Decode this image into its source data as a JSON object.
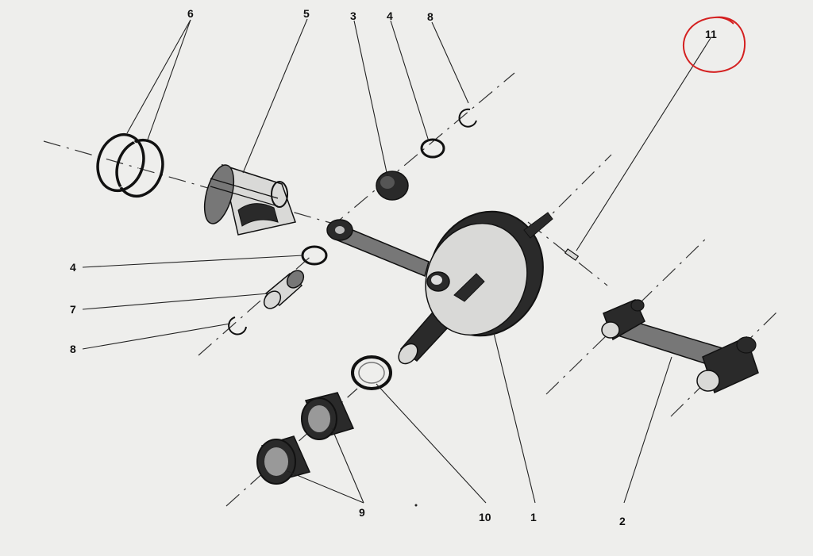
{
  "diagram": {
    "callouts": [
      {
        "id": "c6",
        "text": "6"
      },
      {
        "id": "c5",
        "text": "5"
      },
      {
        "id": "c3",
        "text": "3"
      },
      {
        "id": "c4a",
        "text": "4"
      },
      {
        "id": "c8a",
        "text": "8"
      },
      {
        "id": "c11",
        "text": "11"
      },
      {
        "id": "c4b",
        "text": "4"
      },
      {
        "id": "c7",
        "text": "7"
      },
      {
        "id": "c8b",
        "text": "8"
      },
      {
        "id": "c9",
        "text": "9"
      },
      {
        "id": "c10",
        "text": "10"
      },
      {
        "id": "c1",
        "text": "1"
      },
      {
        "id": "c2",
        "text": "2"
      }
    ],
    "highlight_color": "#d42020"
  }
}
